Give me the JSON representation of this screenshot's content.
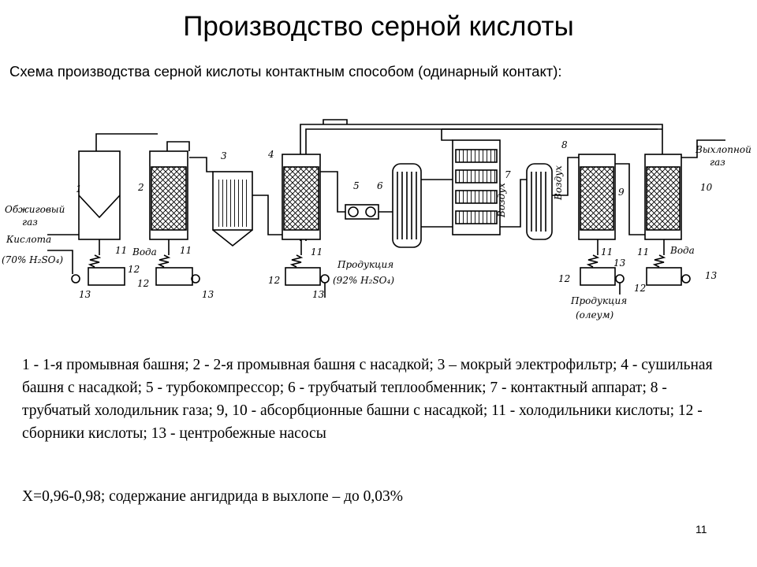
{
  "header": {
    "title": "Производство серной кислоты",
    "subtitle": "Схема производства серной кислоты контактным способом (одинарный контакт):"
  },
  "diagram": {
    "labels": {
      "roast_gas": [
        "Обжиговый",
        "газ"
      ],
      "acid_in": [
        "Кислота",
        "(70% H₂SO₄)"
      ],
      "water1": "Вода",
      "water2": "Вода",
      "product1": [
        "Продукция",
        "(92% H₂SO₄)"
      ],
      "air1": "Воздух",
      "air2": "Воздух",
      "exhaust": [
        "Выхлопной",
        "газ"
      ],
      "product2": [
        "Продукция",
        "(олеум)"
      ]
    },
    "numbers": [
      "1",
      "2",
      "3",
      "4",
      "5",
      "6",
      "7",
      "8",
      "9",
      "10",
      "11",
      "11",
      "11",
      "11",
      "11",
      "12",
      "12",
      "12",
      "12",
      "12",
      "13",
      "13",
      "13",
      "13",
      "13"
    ]
  },
  "legend": {
    "text": "1 - 1-я промывная башня; 2 - 2-я промывная башня с насадкой; 3 – мокрый электрофильтр; 4 - сушильная башня с насадкой; 5 - турбокомпрессор; 6 - трубчатый теплообменник; 7 - контактный аппарат; 8 - трубчатый холодильник газа; 9, 10 - абсорбционные башни с насадкой; 11 - холодильники кислоты; 12 - сборники кислоты; 13 - центробежные насосы",
    "formula": "X=0,96-0,98; содержание ангидрида в выхлопе – до 0,03%"
  },
  "footer": {
    "page_number": "11"
  }
}
